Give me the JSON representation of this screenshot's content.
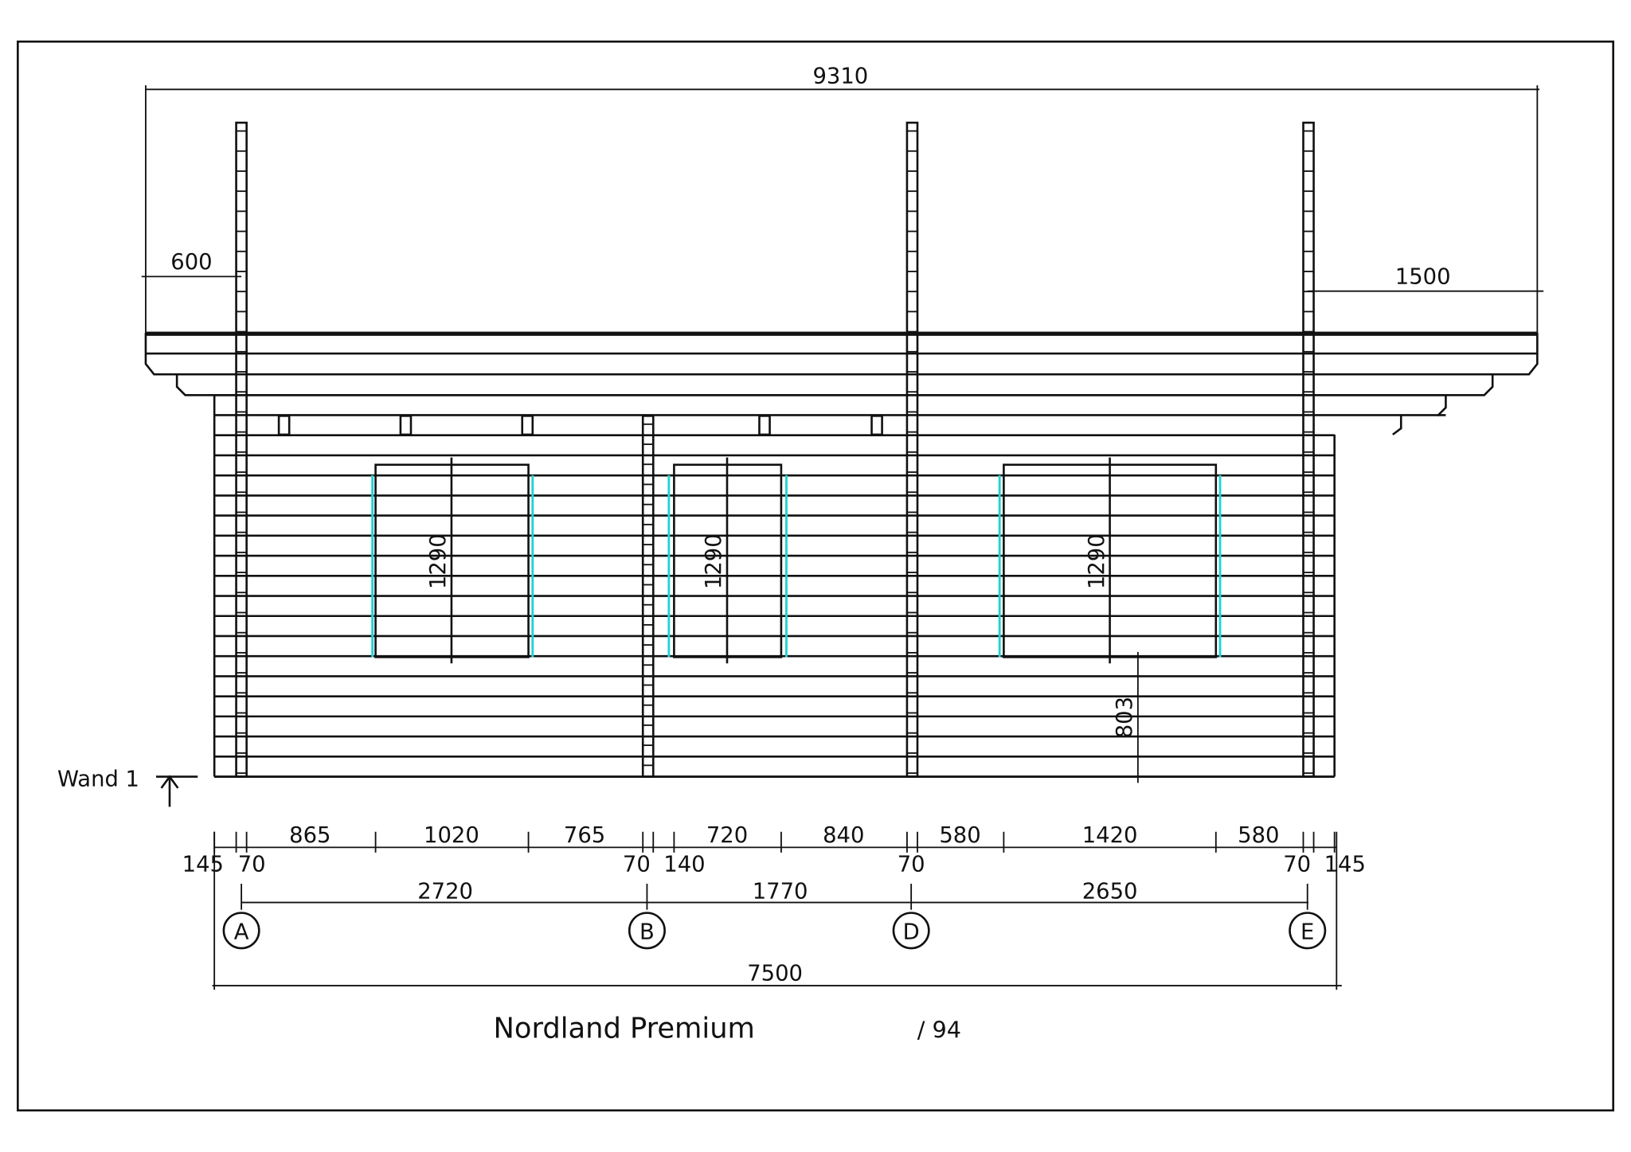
{
  "drawing": {
    "overall_width": "9310",
    "left_overhang": "600",
    "right_overhang": "1500",
    "window_heights": [
      "1290",
      "1290",
      "1290"
    ],
    "sill_height": "803",
    "view_label": "Wand 1",
    "segment_dims_top": [
      "865",
      "1020",
      "765",
      "720",
      "840",
      "580",
      "1420",
      "580"
    ],
    "segment_dims_bottom": [
      "145",
      "70",
      "70",
      "140",
      "70",
      "70",
      "145"
    ],
    "axis_dims": [
      "2720",
      "1770",
      "2650"
    ],
    "axes": [
      "A",
      "B",
      "D",
      "E"
    ],
    "total_width": "7500",
    "title": "Nordland Premium",
    "page": "/ 94",
    "accent_color": "#22d3d3"
  }
}
